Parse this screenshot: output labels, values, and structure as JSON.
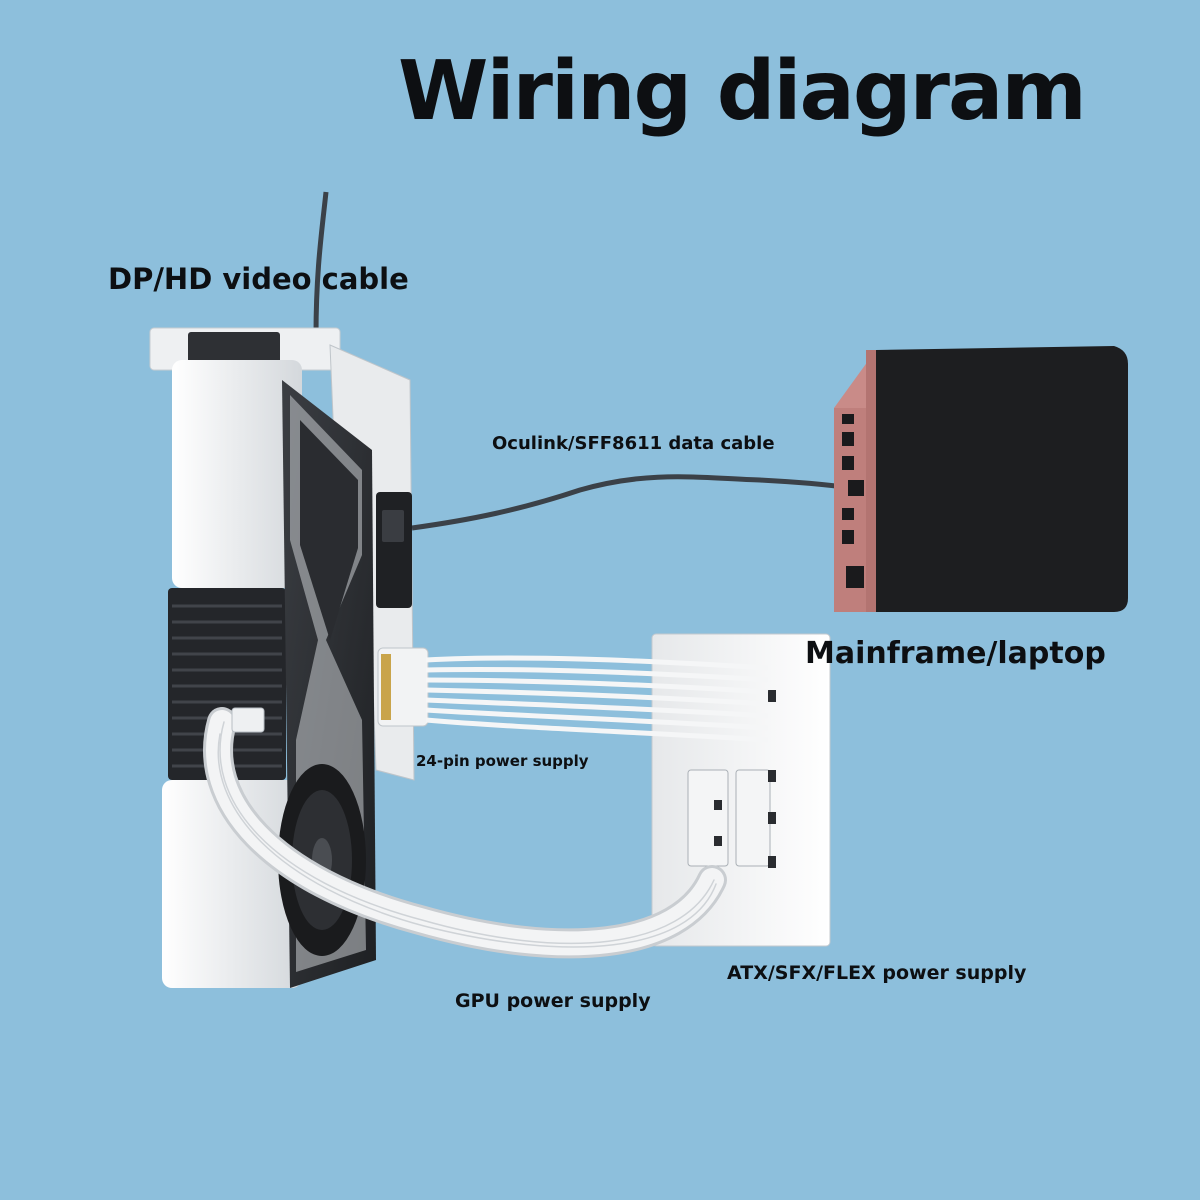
{
  "title": "Wiring diagram",
  "labels": {
    "video_cable": "DP/HD video cable",
    "data_cable": "Oculink/SFF8611 data cable",
    "host": "Mainframe/laptop",
    "pin24": "24-pin power supply",
    "psu": "ATX/SFX/FLEX power supply",
    "gpu_power": "GPU power supply"
  },
  "colors": {
    "background": "#8dbfdc",
    "text": "#0d0f12",
    "gpu_shroud": "#2b2d31",
    "gpu_frame": "#e8eaec",
    "host_body": "#c98b88",
    "host_lid": "#1d1e20",
    "cable_white": "#f2f3f4",
    "cable_dark": "#3b4148"
  }
}
